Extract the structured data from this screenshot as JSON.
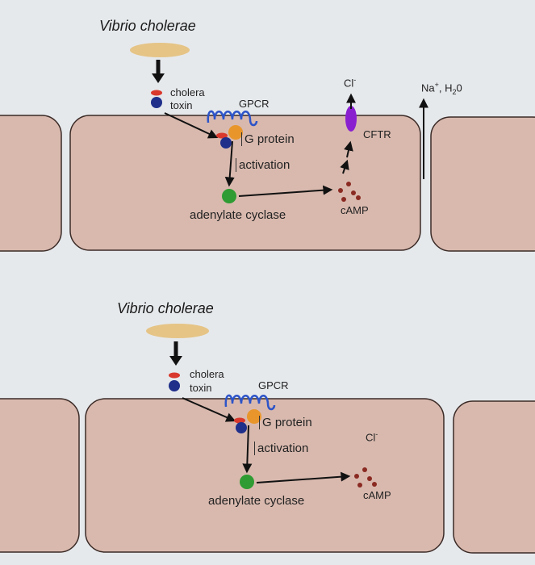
{
  "diagram1": {
    "title": "Vibrio cholerae",
    "toxin_line1": "cholera",
    "toxin_line2": "toxin",
    "gpcr": "GPCR",
    "g_protein": "G protein",
    "activation": "activation",
    "adenylate_cyclase": "adenylate cyclase",
    "camp": "cAMP",
    "cftr": "CFTR",
    "cl": "Cl",
    "cl_sup": "-",
    "na": "Na",
    "na_sup": "+",
    "h2o_prefix": ", H",
    "h2o_sub": "2",
    "h2o_suffix": "0"
  },
  "diagram2": {
    "title": "Vibrio cholerae",
    "toxin_line1": "cholera",
    "toxin_line2": "toxin",
    "gpcr": "GPCR",
    "g_protein": "G protein",
    "activation": "activation",
    "adenylate_cyclase": "adenylate cyclase",
    "camp": "cAMP",
    "cl": "Cl",
    "cl_sup": "-"
  },
  "colors": {
    "cell_fill": "#d9b9ae",
    "cell_stroke": "#3a2a26",
    "bacterium": "#e5c486",
    "toxin_red": "#d9382c",
    "toxin_blue": "#1f2f8a",
    "gpcr_blue": "#2d54c8",
    "g_protein_orange": "#e8962c",
    "adenylate_green": "#2f9b33",
    "camp_brown": "#8a2a22",
    "cftr_purple": "#8a1fd0"
  }
}
